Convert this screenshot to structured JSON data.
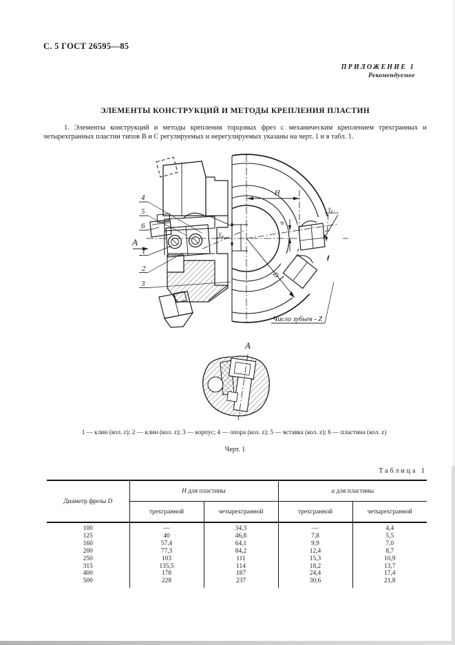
{
  "page": {
    "header": "С. 5 ГОСТ 26595—85",
    "appendix_title": "ПРИЛОЖЕНИЕ 1",
    "appendix_subtitle": "Рекомендуемое",
    "section_title": "ЭЛЕМЕНТЫ КОНСТРУКЦИЙ И МЕТОДЫ КРЕПЛЕНИЯ ПЛАСТИН",
    "paragraph": "1. Элементы конструкций и методы крепления торцовых фрез с механическим креплением трехгранных и четырехгранных пластин типов В и С регулируемых и нерегулируемых указаны на черт. 1 и в табл. 1."
  },
  "figure": {
    "callout_1": "1",
    "callout_2": "2",
    "callout_3": "3",
    "callout_4": "4",
    "callout_5": "5",
    "callout_6": "6",
    "view_arrow_label": "А",
    "section_view_label": "А",
    "dim_h": "H",
    "dim_a": "a",
    "dim_d": "D",
    "gamma": "γ",
    "gamma_sub_radial": "р",
    "gamma_sub_axial": "о",
    "teeth_note": "Число зубьев - Z",
    "caption": "1 — клин (кол. z); 2 — клин (кол. z); 3 — корпус; 4 — опора (кол. z); 5 — вставка (кол. z); 6 — пластина (кол. z)",
    "figure_label": "Черт. 1"
  },
  "table": {
    "label": "Таблица 1",
    "col_diameter_text": "Диаметр фрезы",
    "col_diameter_var": "D",
    "group_h_var": "Н",
    "group_h_text": "для пластины",
    "group_a_var": "а",
    "group_a_text": "для пластины",
    "sub_tri": "трехгранной",
    "sub_quad": "четырехгранной",
    "rows": [
      [
        "100",
        "—",
        "34,3",
        "—",
        "4,4"
      ],
      [
        "125",
        "40",
        "46,8",
        "7,8",
        "5,5"
      ],
      [
        "160",
        "57,4",
        "64,1",
        "9,9",
        "7,0"
      ],
      [
        "200",
        "77,3",
        "84,2",
        "12,4",
        "8,7"
      ],
      [
        "250",
        "103",
        "111",
        "15,3",
        "10,9"
      ],
      [
        "315",
        "135,5",
        "114",
        "18,2",
        "13,7"
      ],
      [
        "400",
        "178",
        "187",
        "24,4",
        "17,4"
      ],
      [
        "500",
        "228",
        "237",
        "30,6",
        "21,8"
      ]
    ]
  }
}
